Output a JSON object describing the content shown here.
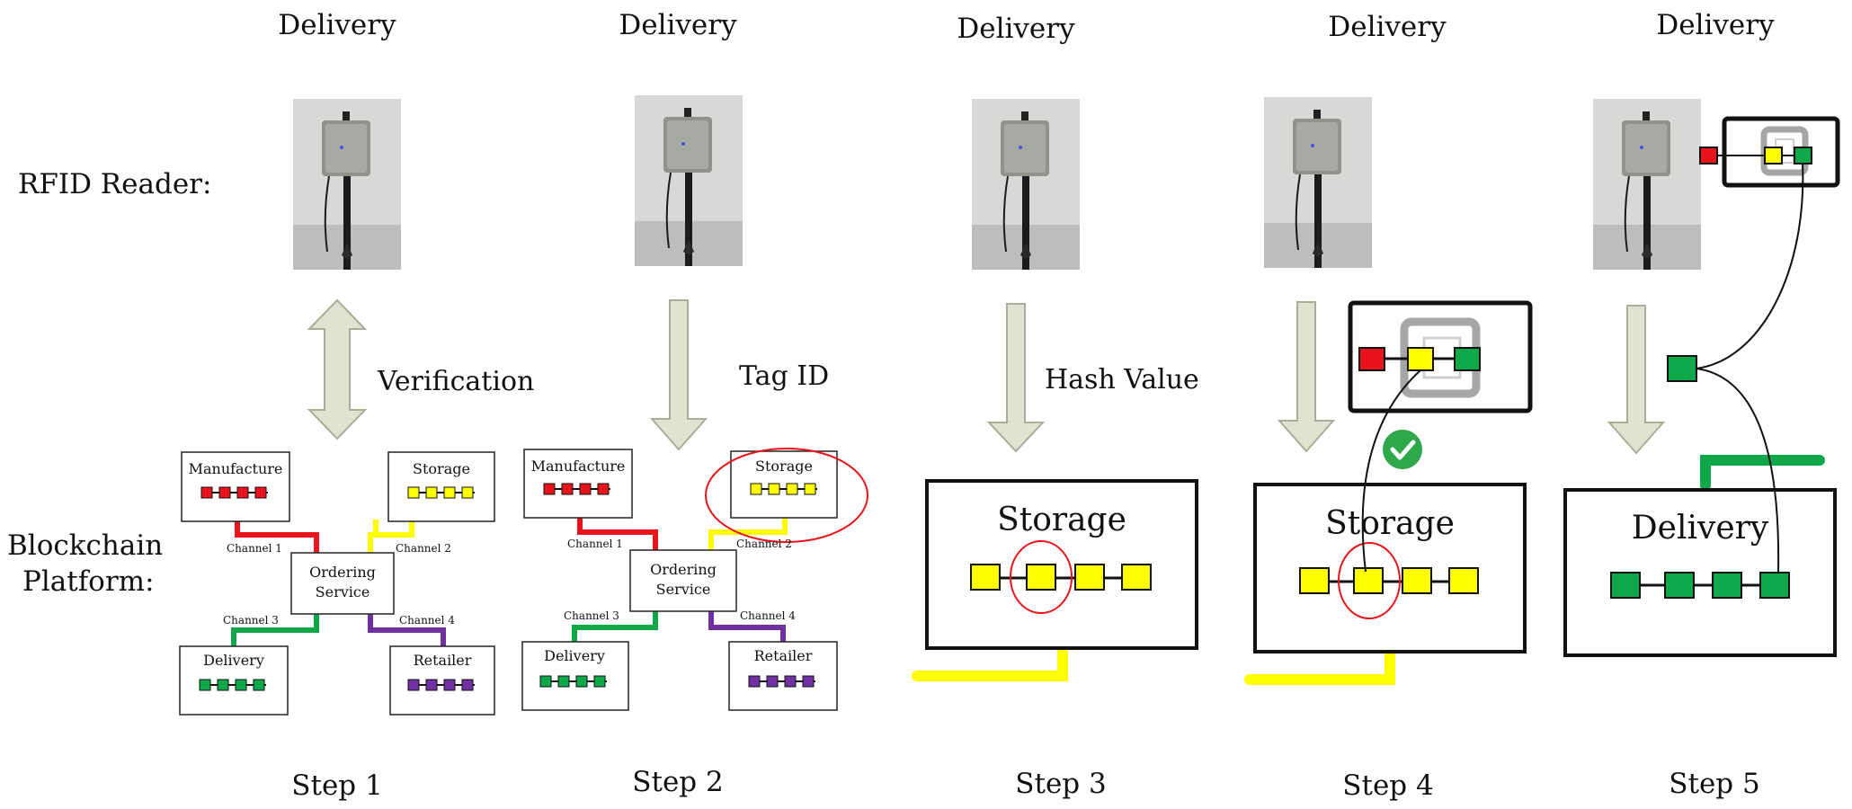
{
  "row_labels": {
    "rfid_reader": "RFID Reader:",
    "blockchain_line1": "Blockchain",
    "blockchain_line2": "Platform:"
  },
  "steps": [
    {
      "header": "Delivery",
      "caption": "Step 1",
      "arrow_label": "Verification"
    },
    {
      "header": "Delivery",
      "caption": "Step 2",
      "arrow_label": "Tag ID"
    },
    {
      "header": "Delivery",
      "caption": "Step 3",
      "arrow_label": "Hash Value"
    },
    {
      "header": "Delivery",
      "caption": "Step 4",
      "arrow_label": ""
    },
    {
      "header": "Delivery",
      "caption": "Step 5",
      "arrow_label": ""
    }
  ],
  "network": {
    "nodes": {
      "manufacture": "Manufacture",
      "storage": "Storage",
      "delivery": "Delivery",
      "retailer": "Retailer",
      "ordering_line1": "Ordering",
      "ordering_line2": "Service"
    },
    "channels": {
      "c1": "Channel 1",
      "c2": "Channel 2",
      "c3": "Channel 3",
      "c4": "Channel 4"
    }
  },
  "ledgers": {
    "step3_title": "Storage",
    "step4_title": "Storage",
    "step5_title": "Delivery"
  },
  "colors": {
    "red": "#e8141b",
    "yellow": "#ffff00",
    "green": "#0ea74a",
    "purple": "#7030a0",
    "arrow_fill": "#dfe3d2",
    "arrow_stroke": "#a9ae98",
    "highlight_circle": "#e8141b",
    "check_green": "#2ea84a"
  },
  "icons": {
    "reader_photo": "rfid-reader-photo-icon",
    "verified": "check-circle-icon",
    "chain_link": "chain-link-icon"
  }
}
